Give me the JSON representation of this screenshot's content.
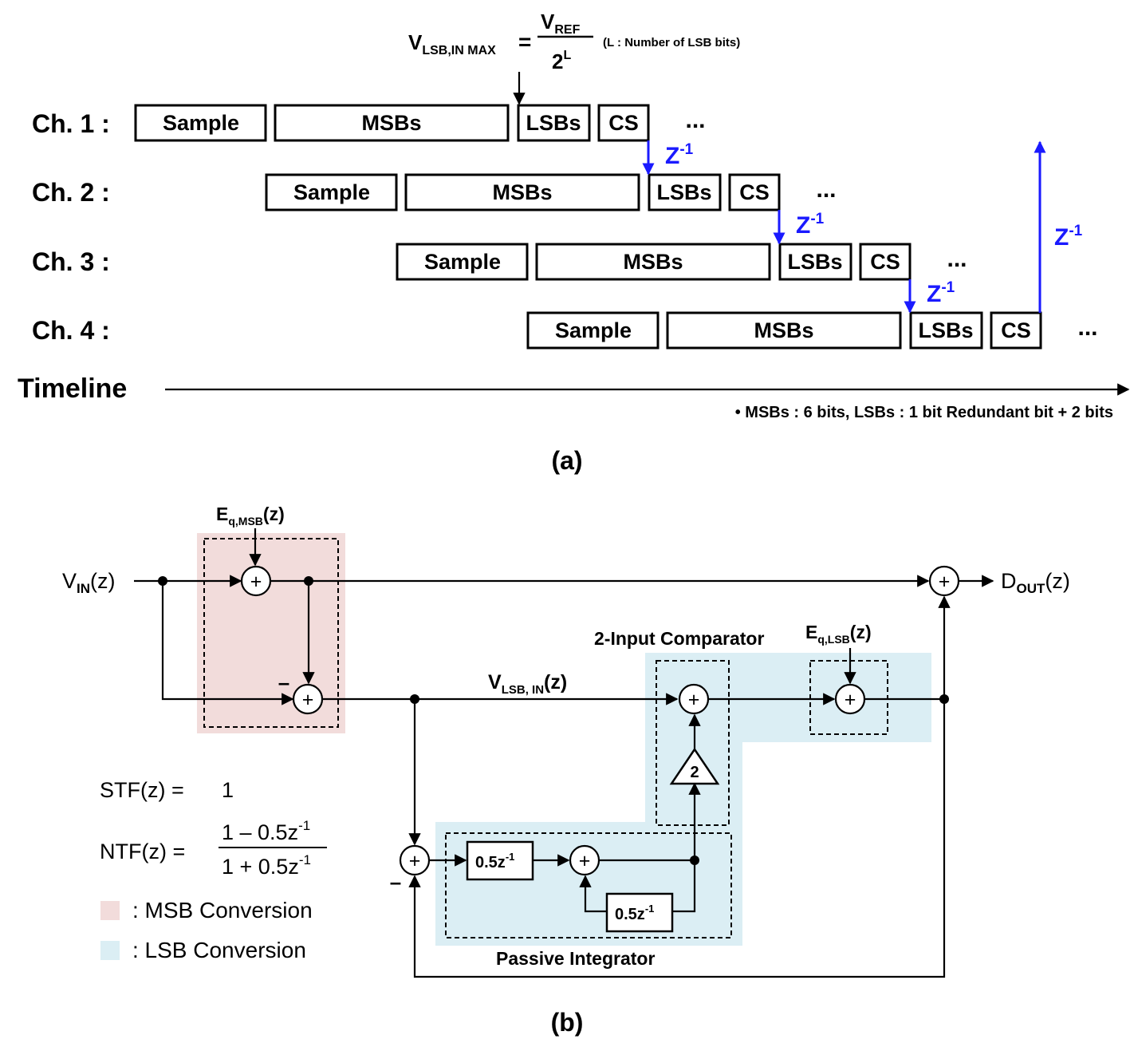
{
  "part_a": {
    "formula": {
      "lhs_main": "V",
      "lhs_sub": "LSB,IN MAX",
      "equals": "=",
      "num_main": "V",
      "num_sub": "REF",
      "den_main": "2",
      "den_sup": "L",
      "note": "(L : Number of LSB bits)"
    },
    "channels": [
      {
        "label": "Ch. 1 :",
        "blocks": [
          "Sample",
          "MSBs",
          "LSBs",
          "CS"
        ],
        "ellipsis": "..."
      },
      {
        "label": "Ch. 2 :",
        "blocks": [
          "Sample",
          "MSBs",
          "LSBs",
          "CS"
        ],
        "ellipsis": "..."
      },
      {
        "label": "Ch. 3 :",
        "blocks": [
          "Sample",
          "MSBs",
          "LSBs",
          "CS"
        ],
        "ellipsis": "..."
      },
      {
        "label": "Ch. 4 :",
        "blocks": [
          "Sample",
          "MSBs",
          "LSBs",
          "CS"
        ],
        "ellipsis": "..."
      }
    ],
    "delay_main": "Z",
    "delay_sup": "-1",
    "timeline_label": "Timeline",
    "footnote": "• MSBs : 6 bits, LSBs : 1 bit Redundant bit + 2 bits",
    "caption": "(a)"
  },
  "part_b": {
    "eq_msb_main": "E",
    "eq_msb_sub": "q,MSB",
    "eq_msb_tail": "(z)",
    "eq_lsb_main": "E",
    "eq_lsb_sub": "q,LSB",
    "eq_lsb_tail": "(z)",
    "vin_main": "V",
    "vin_sub": "IN",
    "vin_tail": "(z)",
    "dout_main": "D",
    "dout_sub": "OUT",
    "dout_tail": "(z)",
    "vlsb_main": "V",
    "vlsb_sub": "LSB, IN",
    "vlsb_tail": "(z)",
    "comparator_label": "2-Input Comparator",
    "integrator_label": "Passive Integrator",
    "gain_label": "2",
    "delay_block_main": "0.5z",
    "delay_block_sup": "-1",
    "minus_sign": "–",
    "plus_sign": "+",
    "stf_label": "STF(z) =",
    "stf_value": "1",
    "ntf_label": "NTF(z) =",
    "ntf_num_main": "1 – 0.5z",
    "ntf_den_main": "1 + 0.5z",
    "ntf_sup": "-1",
    "legend": [
      {
        "label": ": MSB Conversion",
        "color": "#f2dcdb"
      },
      {
        "label": ": LSB Conversion",
        "color": "#dbeef4"
      }
    ],
    "caption": "(b)"
  },
  "colors": {
    "delay_arrow": "#1a1aff",
    "msb_region": "#f2dcdb",
    "lsb_region": "#dbeef4"
  }
}
